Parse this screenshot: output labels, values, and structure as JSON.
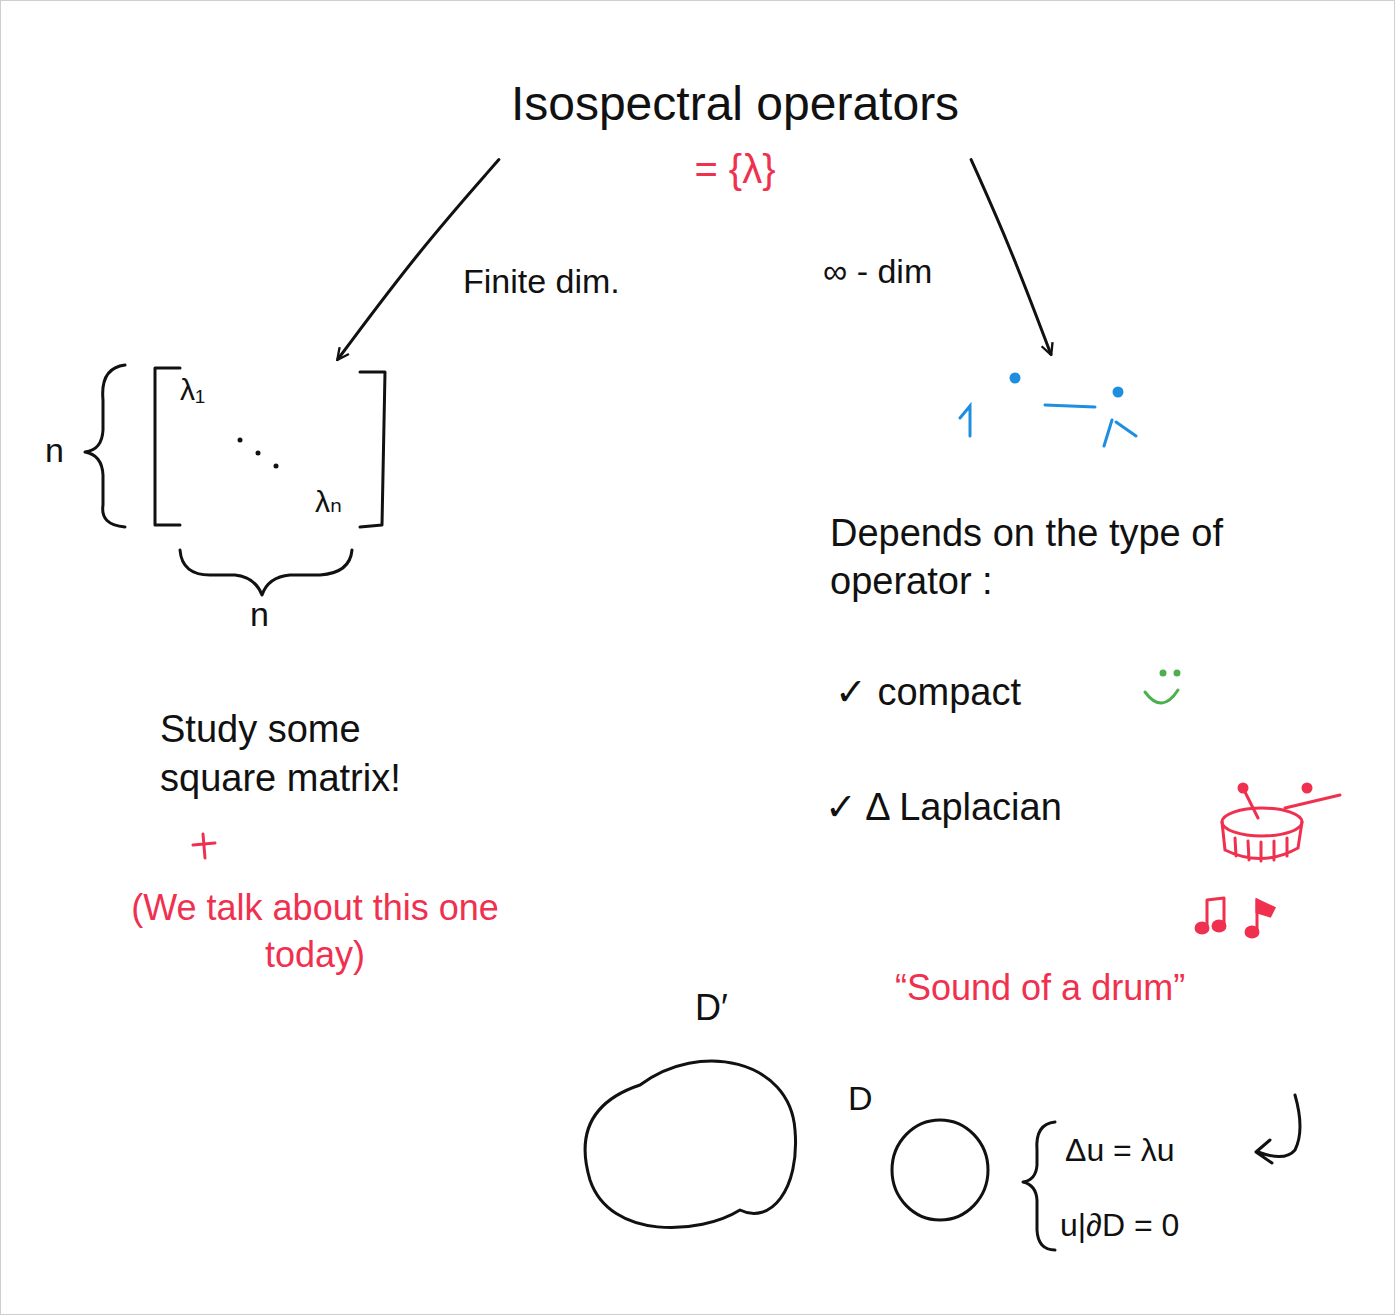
{
  "diagram": {
    "nodes": [
      {
        "text": [
          "Isospectral operators",
          "= {λ}"
        ]
      },
      {
        "text": [
          "λ₁",
          "λₙ"
        ]
      },
      {
        "text": [
          "Depends on the type of operator :"
        ]
      }
    ],
    "edges": [
      {
        "from": 0,
        "to": 1,
        "arrow": "to",
        "label": "Finite dim."
      },
      {
        "from": 0,
        "to": 2,
        "arrow": "to",
        "label": "∞ - dim"
      }
    ],
    "labels": [
      "n",
      "n",
      "Study some square matrix!",
      "(We talk about this one today)",
      "✓ compact",
      "✓ Δ Laplacian",
      "“Sound of a drum”",
      "D′",
      "D",
      "Δu = λu",
      "u|∂D = 0"
    ]
  }
}
